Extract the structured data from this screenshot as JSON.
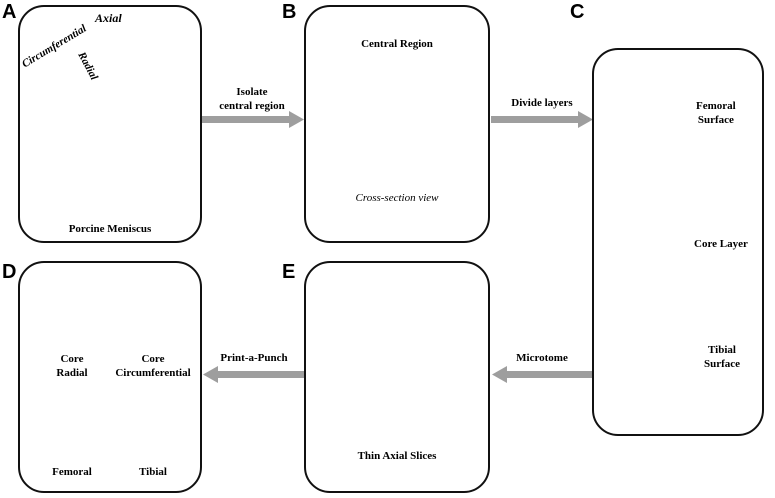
{
  "panels": {
    "a": {
      "letter": "A",
      "caption": "Porcine Meniscus",
      "axes": {
        "axial": "Axial",
        "radial": "Radial",
        "circumferential": "Circumferential"
      }
    },
    "b": {
      "letter": "B",
      "title": "Central Region",
      "subtitle": "Cross-section view"
    },
    "c": {
      "letter": "C",
      "layers": [
        {
          "line1": "Femoral",
          "line2": "Surface"
        },
        {
          "line1": "Core Layer",
          "line2": ""
        },
        {
          "line1": "Tibial",
          "line2": "Surface"
        }
      ]
    },
    "d": {
      "letter": "D",
      "samples": [
        {
          "line1": "Core",
          "line2": "Radial"
        },
        {
          "line1": "Core",
          "line2": "Circumferential"
        },
        {
          "line1": "Femoral",
          "line2": ""
        },
        {
          "line1": "Tibial",
          "line2": ""
        }
      ]
    },
    "e": {
      "letter": "E",
      "caption": "Thin Axial Slices"
    }
  },
  "arrows": {
    "a_to_b": {
      "line1": "Isolate",
      "line2": "central region"
    },
    "b_to_c": "Divide layers",
    "c_to_e": "Microtome",
    "e_to_d": "Print-a-Punch"
  },
  "colors": {
    "border": "#111111",
    "arrow": "#9e9e9e",
    "tissue": "#eeeeea",
    "tissue_pink": "#e7bcb6",
    "tissue_core": "#cec7d7"
  }
}
